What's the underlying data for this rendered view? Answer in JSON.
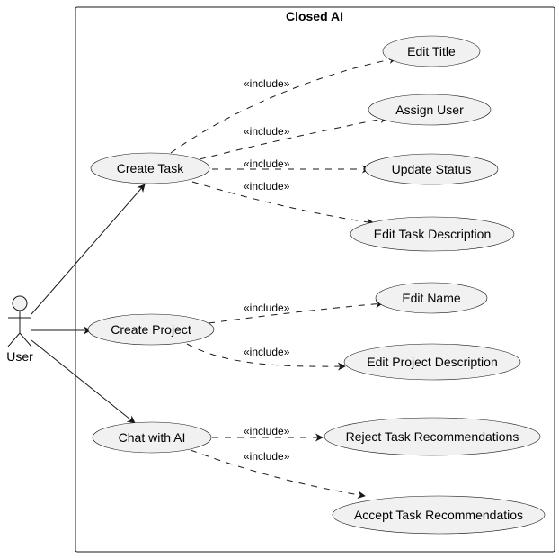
{
  "system": {
    "title": "Closed AI"
  },
  "actor": {
    "name": "User"
  },
  "use_cases": {
    "create_task": "Create Task",
    "create_project": "Create Project",
    "chat_with_ai": "Chat with AI",
    "edit_title": "Edit Title",
    "assign_user": "Assign User",
    "update_status": "Update Status",
    "edit_task_description": "Edit Task Description",
    "edit_name": "Edit Name",
    "edit_project_description": "Edit Project Description",
    "reject_task_recommendations": "Reject Task Recommendations",
    "accept_task_recommendatios": "Accept Task Recommendatios"
  },
  "relations": {
    "include_label": "«include»"
  },
  "colors": {
    "ellipse_fill": "#f1f1f1",
    "stroke": "#181818",
    "background": "#ffffff"
  }
}
